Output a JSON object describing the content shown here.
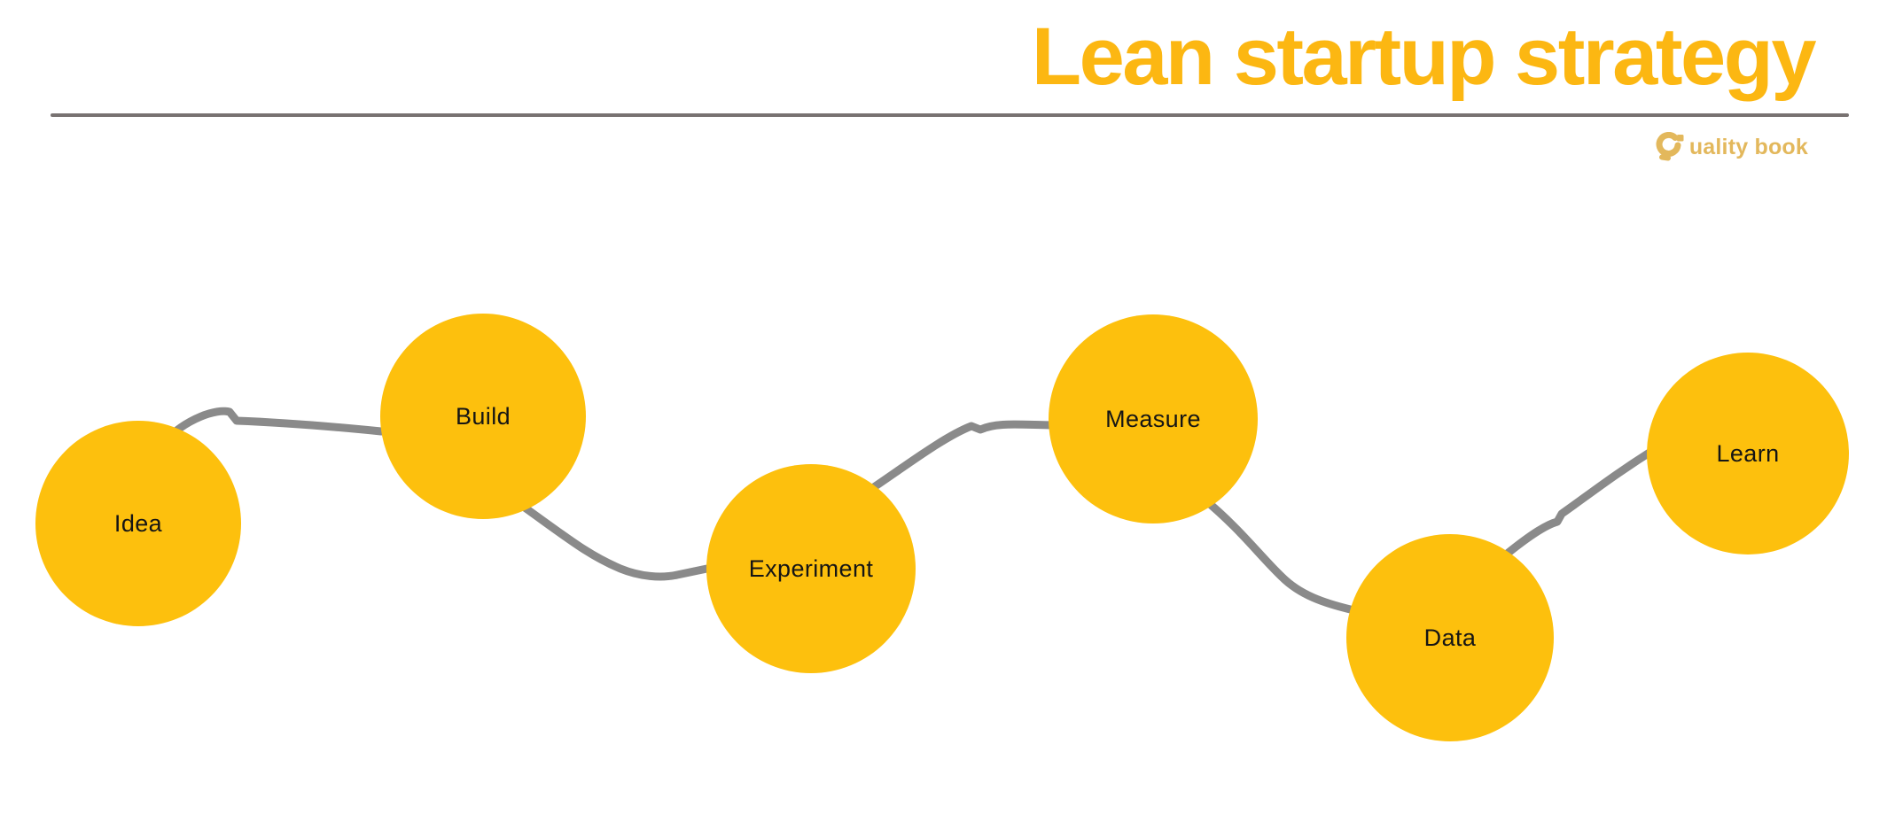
{
  "header": {
    "title": "Lean startup strategy",
    "brand": {
      "icon": "quality-book-q-icon",
      "text": "uality book"
    }
  },
  "diagram": {
    "type": "process-flow",
    "description": "Six circular steps connected left-to-right by a hand-drawn wavy line",
    "nodes": [
      {
        "label": "Idea"
      },
      {
        "label": "Build"
      },
      {
        "label": "Experiment"
      },
      {
        "label": "Measure"
      },
      {
        "label": "Data"
      },
      {
        "label": "Learn"
      }
    ]
  },
  "colors": {
    "background": "#FFFFFF",
    "node_fill": "#FDC00D",
    "title": "#FCB712",
    "brand": "#E3B85C",
    "connector": "#8A8A8A",
    "rule": "#787271",
    "label_text": "#151515"
  }
}
